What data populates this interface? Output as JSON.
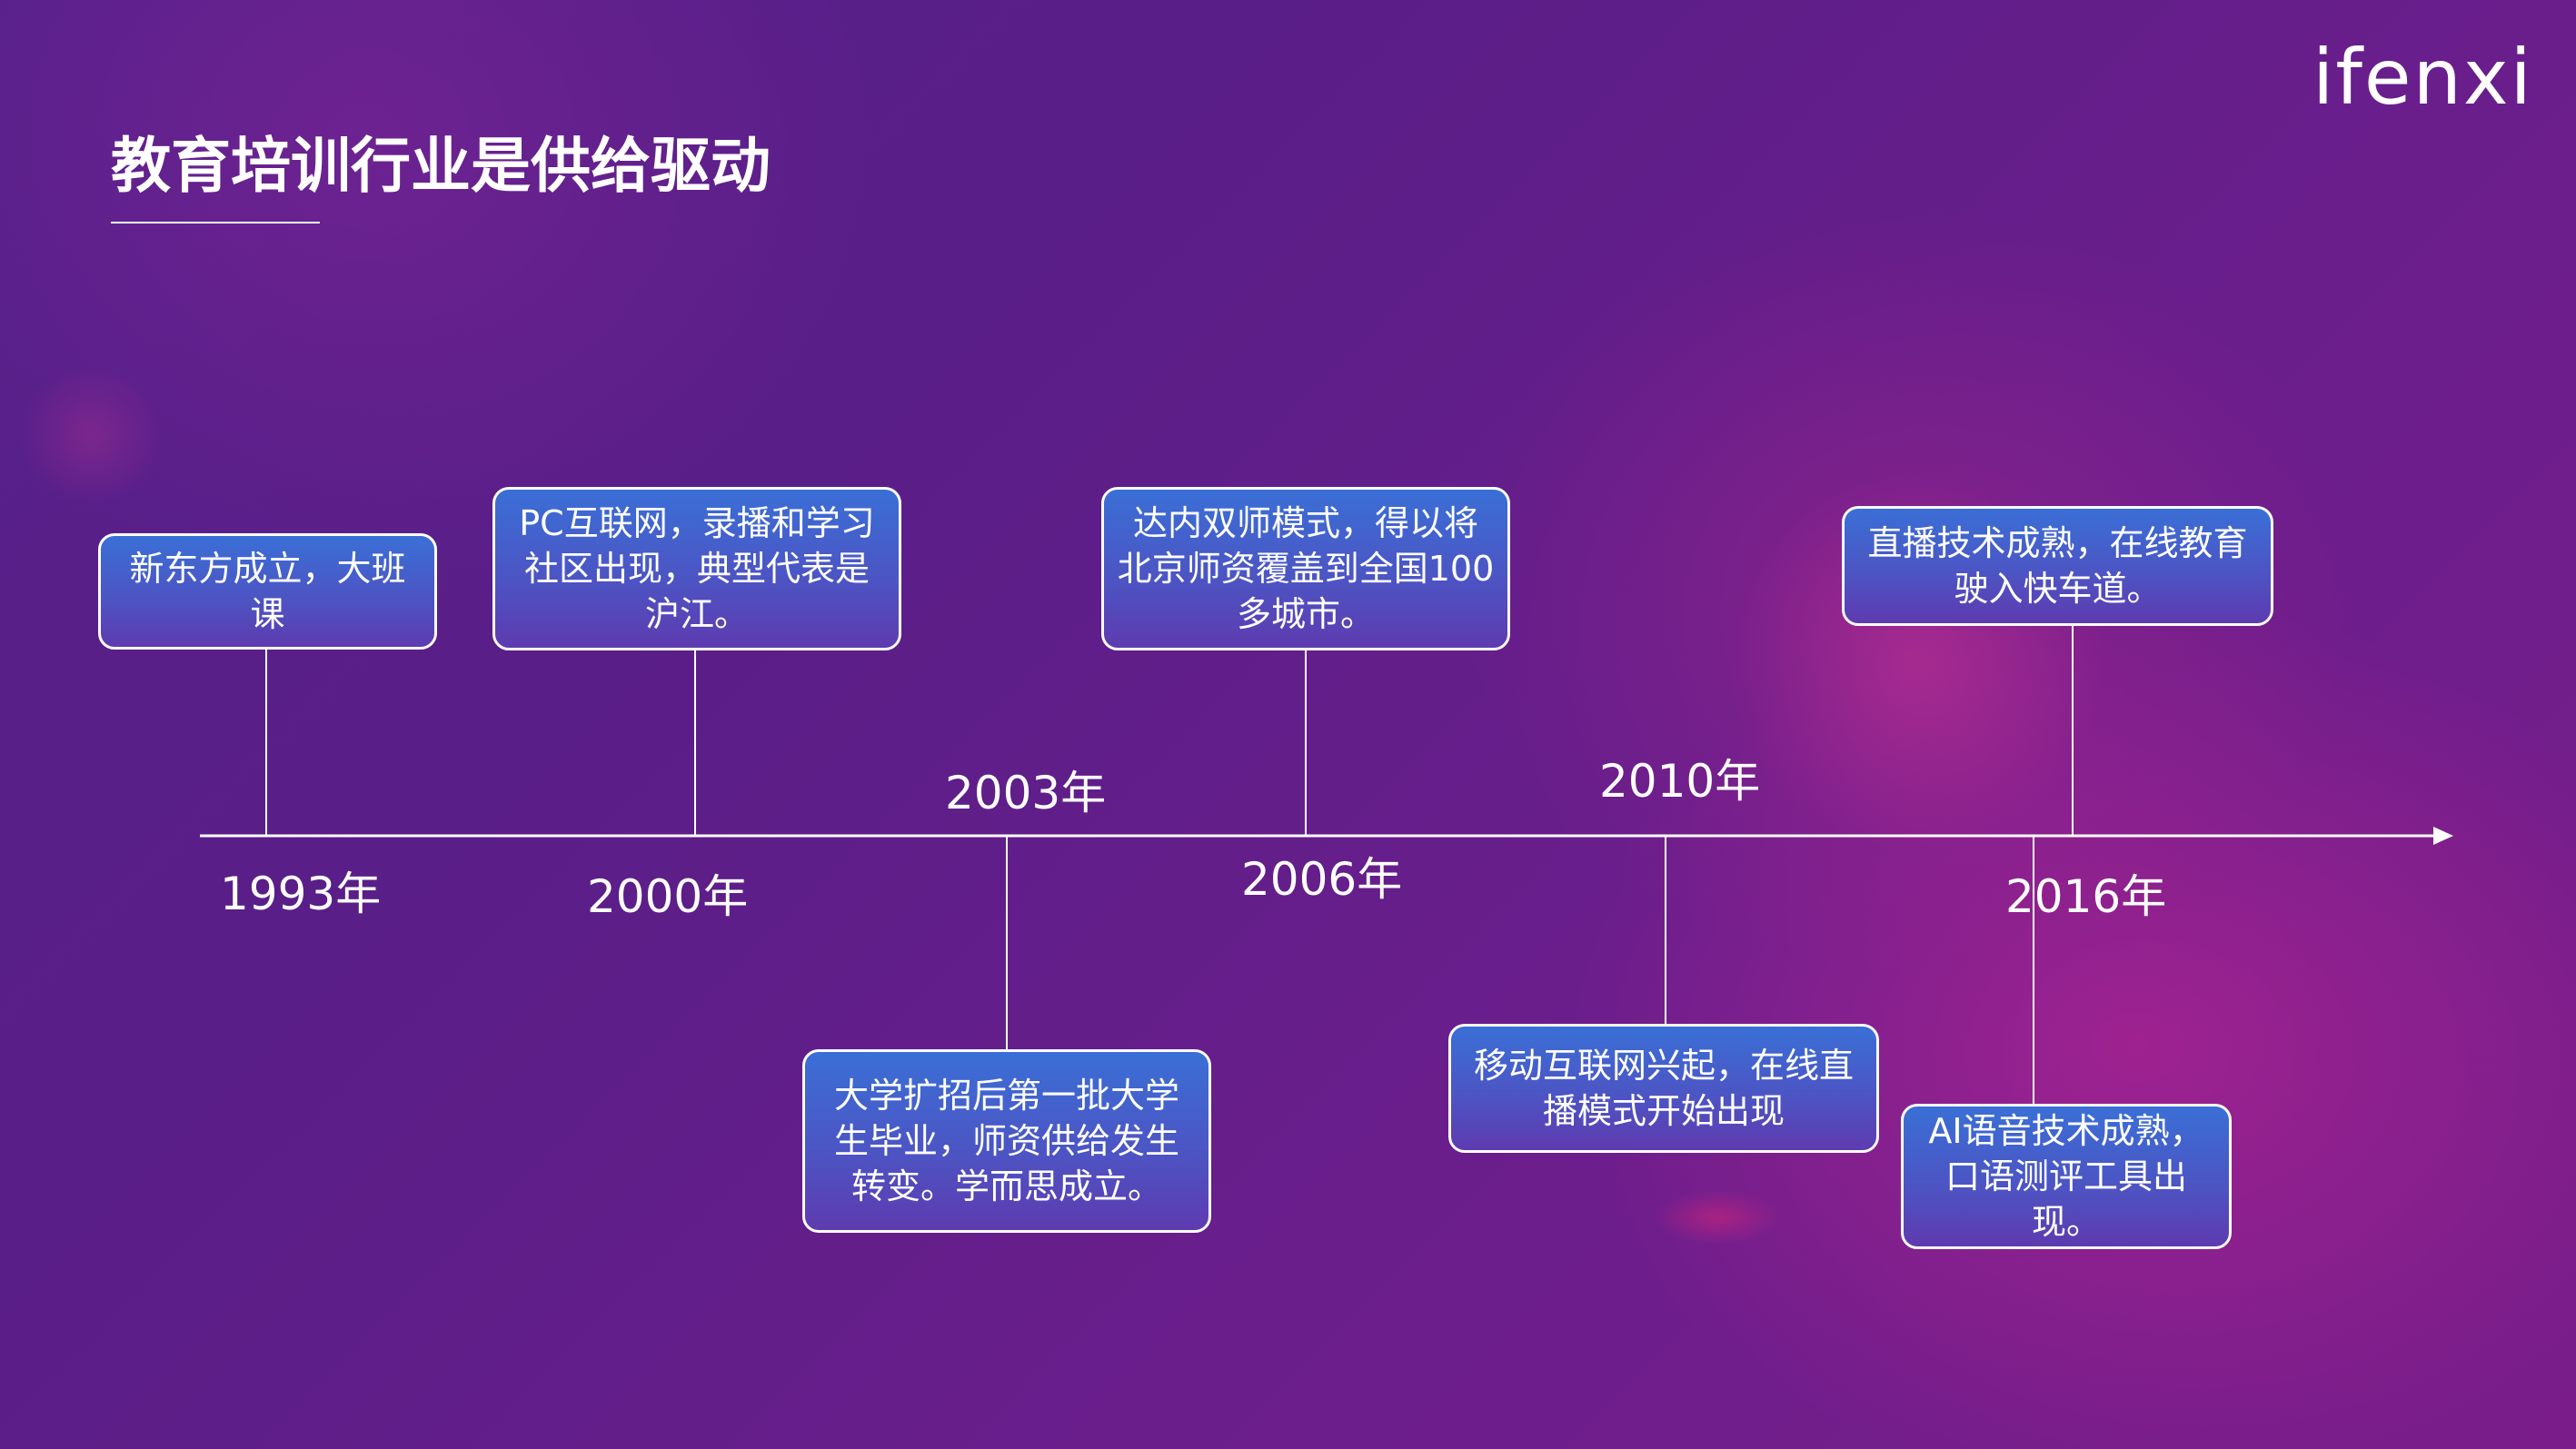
{
  "brand": {
    "logo_text": "ifenxi"
  },
  "slide": {
    "title": "教育培训行业是供给驱动"
  },
  "timeline": {
    "events": [
      {
        "year": "1993年",
        "text": "新东方成立，大班课",
        "position": "above"
      },
      {
        "year": "2000年",
        "text": "PC互联网，录播和学习社区出现，典型代表是沪江。",
        "position": "above"
      },
      {
        "year": "2003年",
        "text": "大学扩招后第一批大学生毕业，师资供给发生转变。学而思成立。",
        "position": "below"
      },
      {
        "year": "2006年",
        "text": "达内双师模式，得以将北京师资覆盖到全国100多城市。",
        "position": "above"
      },
      {
        "year": "2010年",
        "text": "移动互联网兴起，在线直播模式开始出现",
        "position": "below"
      },
      {
        "year": "2016年",
        "text": "直播技术成熟，在线教育驶入快车道。",
        "position": "above"
      },
      {
        "year": "2016年",
        "text": "AI语音技术成熟，口语测评工具出现。",
        "position": "below"
      }
    ]
  },
  "colors": {
    "background_start": "#55208a",
    "background_end": "#7a1d8a",
    "box_top": "#3a6fd6",
    "box_bottom": "#5e3bb0",
    "line": "#ffffff"
  }
}
